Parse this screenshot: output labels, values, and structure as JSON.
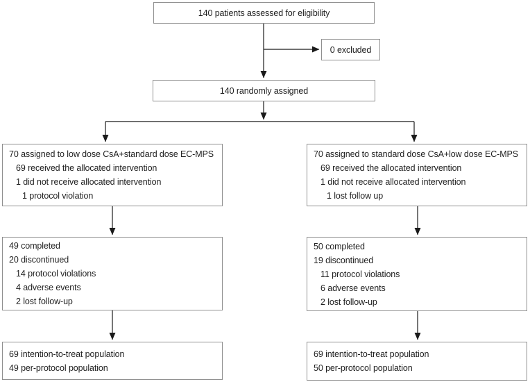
{
  "colors": {
    "background": "#ffffff",
    "box_border": "#8f8f8f",
    "connector": "#1a1a1a",
    "text": "#1f1f1f"
  },
  "boxes": {
    "assessed": {
      "text": "140 patients assessed for eligibility"
    },
    "excluded": {
      "text": "0 excluded"
    },
    "randomized": {
      "text": "140 randomly assigned"
    },
    "allocation_left": {
      "lines": [
        "70 assigned to low dose CsA+standard dose EC-MPS",
        "69 received the allocated intervention",
        "1 did not receive allocated intervention",
        "1 protocol violation"
      ]
    },
    "allocation_right": {
      "lines": [
        "70 assigned to standard dose CsA+low dose EC-MPS",
        "69 received the allocated intervention",
        "1 did not receive allocated intervention",
        "1 lost follow up"
      ]
    },
    "followup_left": {
      "lines": [
        "49 completed",
        "20 discontinued",
        "14 protocol violations",
        "4 adverse events",
        "2 lost follow-up"
      ]
    },
    "followup_right": {
      "lines": [
        "50 completed",
        "19 discontinued",
        "11 protocol violations",
        "6 adverse events",
        "2 lost follow-up"
      ]
    },
    "analysis_left": {
      "lines": [
        "69 intention-to-treat population",
        "49 per-protocol population"
      ]
    },
    "analysis_right": {
      "lines": [
        "69 intention-to-treat population",
        "50 per-protocol population"
      ]
    }
  }
}
